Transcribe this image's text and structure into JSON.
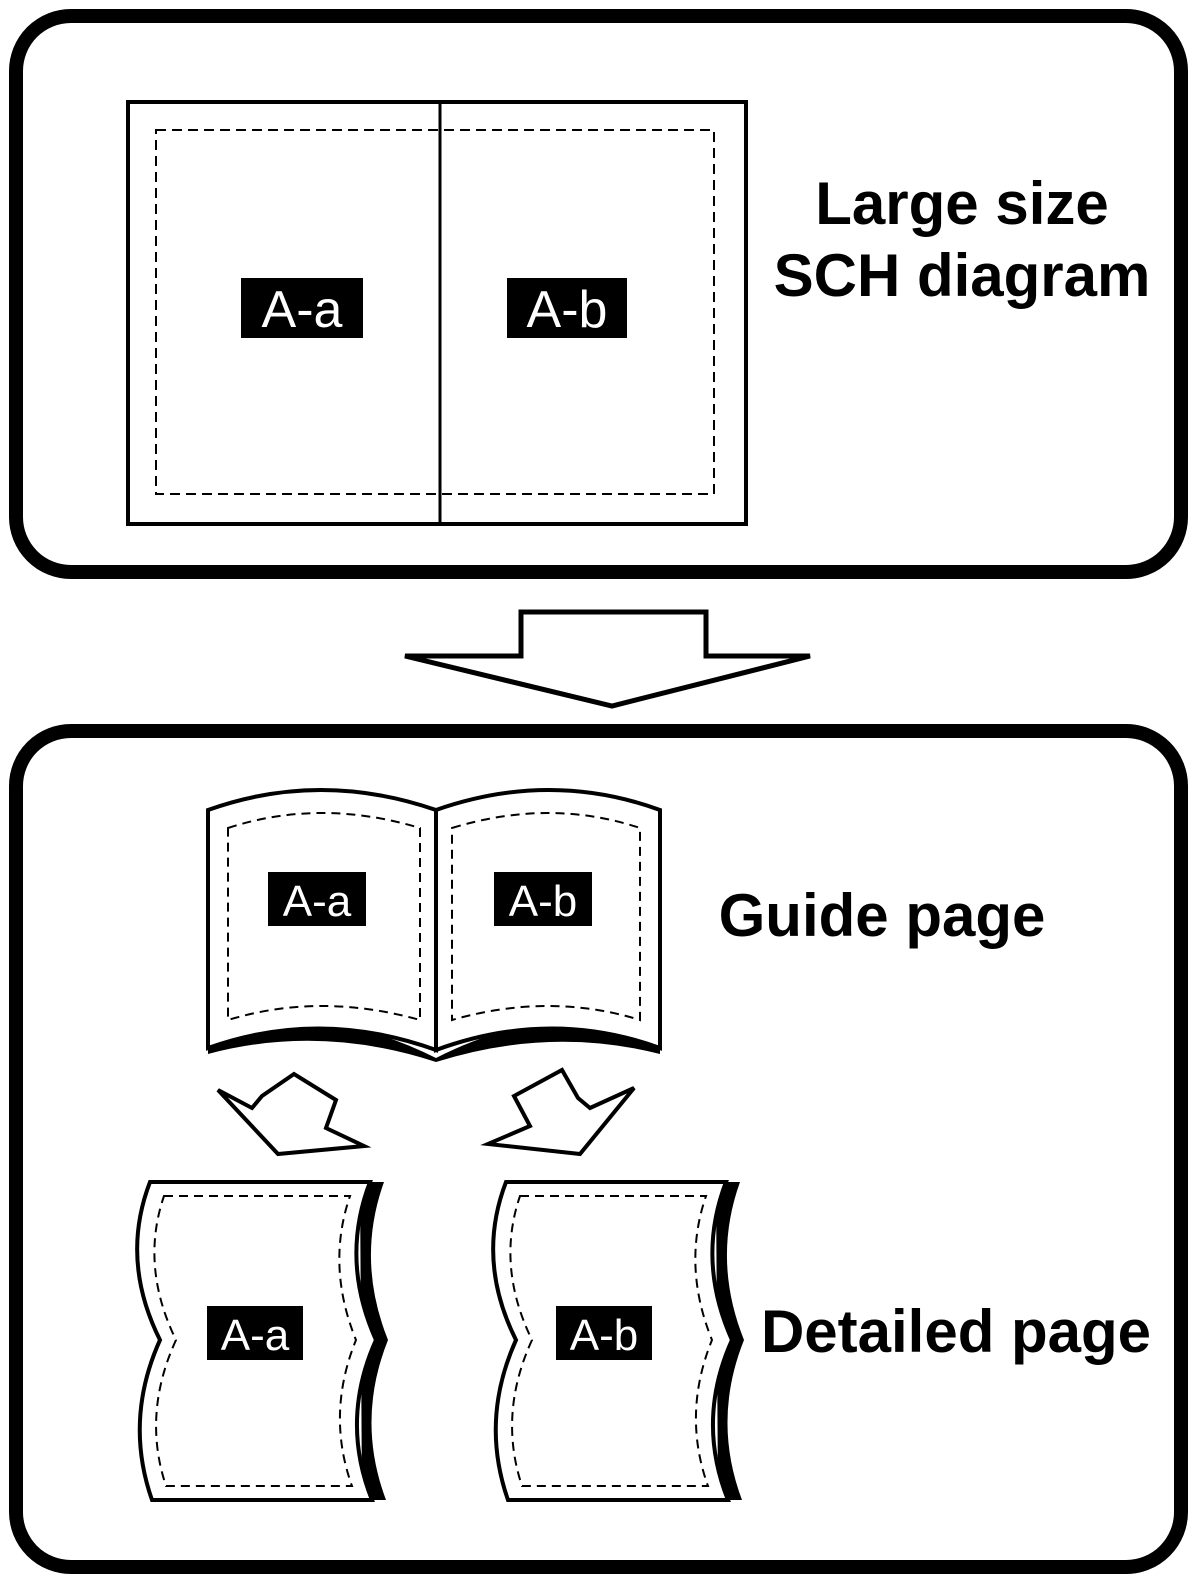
{
  "top_panel": {
    "title_line1": "Large size",
    "title_line2": "SCH diagram",
    "sheet_left_tag": "A-a",
    "sheet_right_tag": "A-b"
  },
  "bottom_panel": {
    "guide_label": "Guide page",
    "guide_left_tag": "A-a",
    "guide_right_tag": "A-b",
    "detail_label": "Detailed page",
    "detail_left_tag": "A-a",
    "detail_right_tag": "A-b"
  },
  "colors": {
    "stroke": "#000000",
    "background": "#ffffff",
    "tag_fill": "#000000",
    "tag_text": "#ffffff"
  }
}
